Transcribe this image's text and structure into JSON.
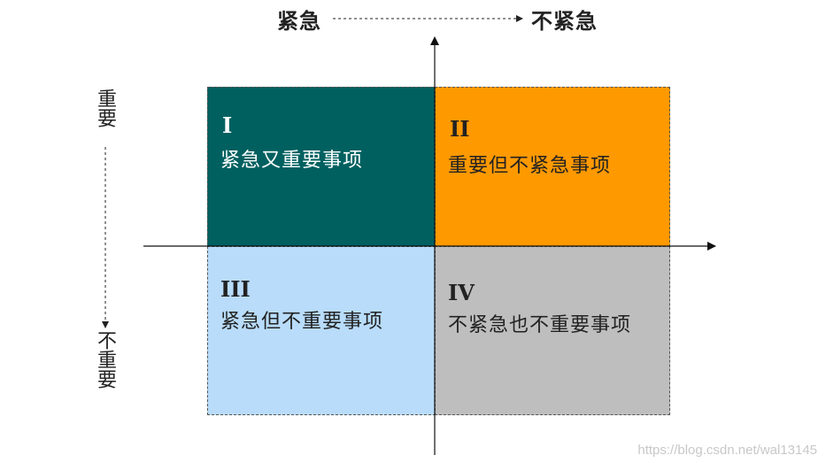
{
  "axes": {
    "top_left_label": "紧急",
    "top_right_label": "不紧急",
    "left_top_label": "重要",
    "left_bottom_label": "不重要"
  },
  "quadrants": [
    {
      "numeral": "I",
      "text": "紧急又重要事项",
      "color": "#006060",
      "text_color": "#ffffff"
    },
    {
      "numeral": "II",
      "text": "重要但不紧急事项",
      "color": "#ff9900",
      "text_color": "#222222"
    },
    {
      "numeral": "III",
      "text": "紧急但不重要事项",
      "color": "#b8dcfa",
      "text_color": "#222222"
    },
    {
      "numeral": "IV",
      "text": "不紧急也不重要事项",
      "color": "#bebebe",
      "text_color": "#222222"
    }
  ],
  "watermark": "https://blog.csdn.net/wal13145"
}
